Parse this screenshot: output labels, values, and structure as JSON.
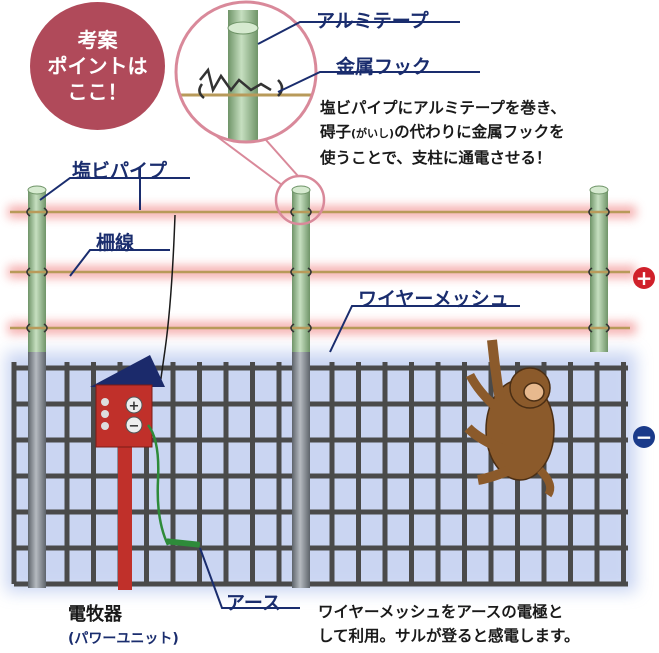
{
  "badge": {
    "lines": [
      "考案",
      "ポイントは",
      "ここ！"
    ]
  },
  "labels": {
    "alumi_tape": "アルミテープ",
    "metal_hook": "金属フック",
    "pvc_pipe": "塩ビパイプ",
    "fence_wire": "柵線",
    "wire_mesh": "ワイヤーメッシュ",
    "energizer": "電牧器",
    "energizer_sub": "(パワーユニット)",
    "earth": "アース"
  },
  "descriptions": {
    "top_line1": "塩ビパイプにアルミテープを巻き、",
    "top_line2_a": "碍子",
    "top_line2_ruby": "(がいし)",
    "top_line2_b": "の代わりに金属フックを",
    "top_line3": "使うことで、支柱に通電させる！",
    "bottom_line1": "ワイヤーメッシュをアースの電極と",
    "bottom_line2": "して利用。サルが登ると感電します。"
  },
  "signs": {
    "plus": "+",
    "minus": "−"
  },
  "colors": {
    "badge": "#b04a5a",
    "label_text": "#1a2d6e",
    "leader_line": "#1a2d6e",
    "wire": "#b89a5a",
    "wire_glow": "#f3a0a0",
    "mesh": "#4a4a4a",
    "mesh_glow": "#9fb4e8",
    "pipe": "#a8c8a0",
    "post": "#8a8f96",
    "energizer_box": "#c0302a",
    "energizer_roof": "#1b2a6b",
    "earth_wire": "#2e8b3a",
    "plus_circle": "#d0202a",
    "minus_circle": "#1a3a8a",
    "monkey": "#8b5a2b"
  }
}
